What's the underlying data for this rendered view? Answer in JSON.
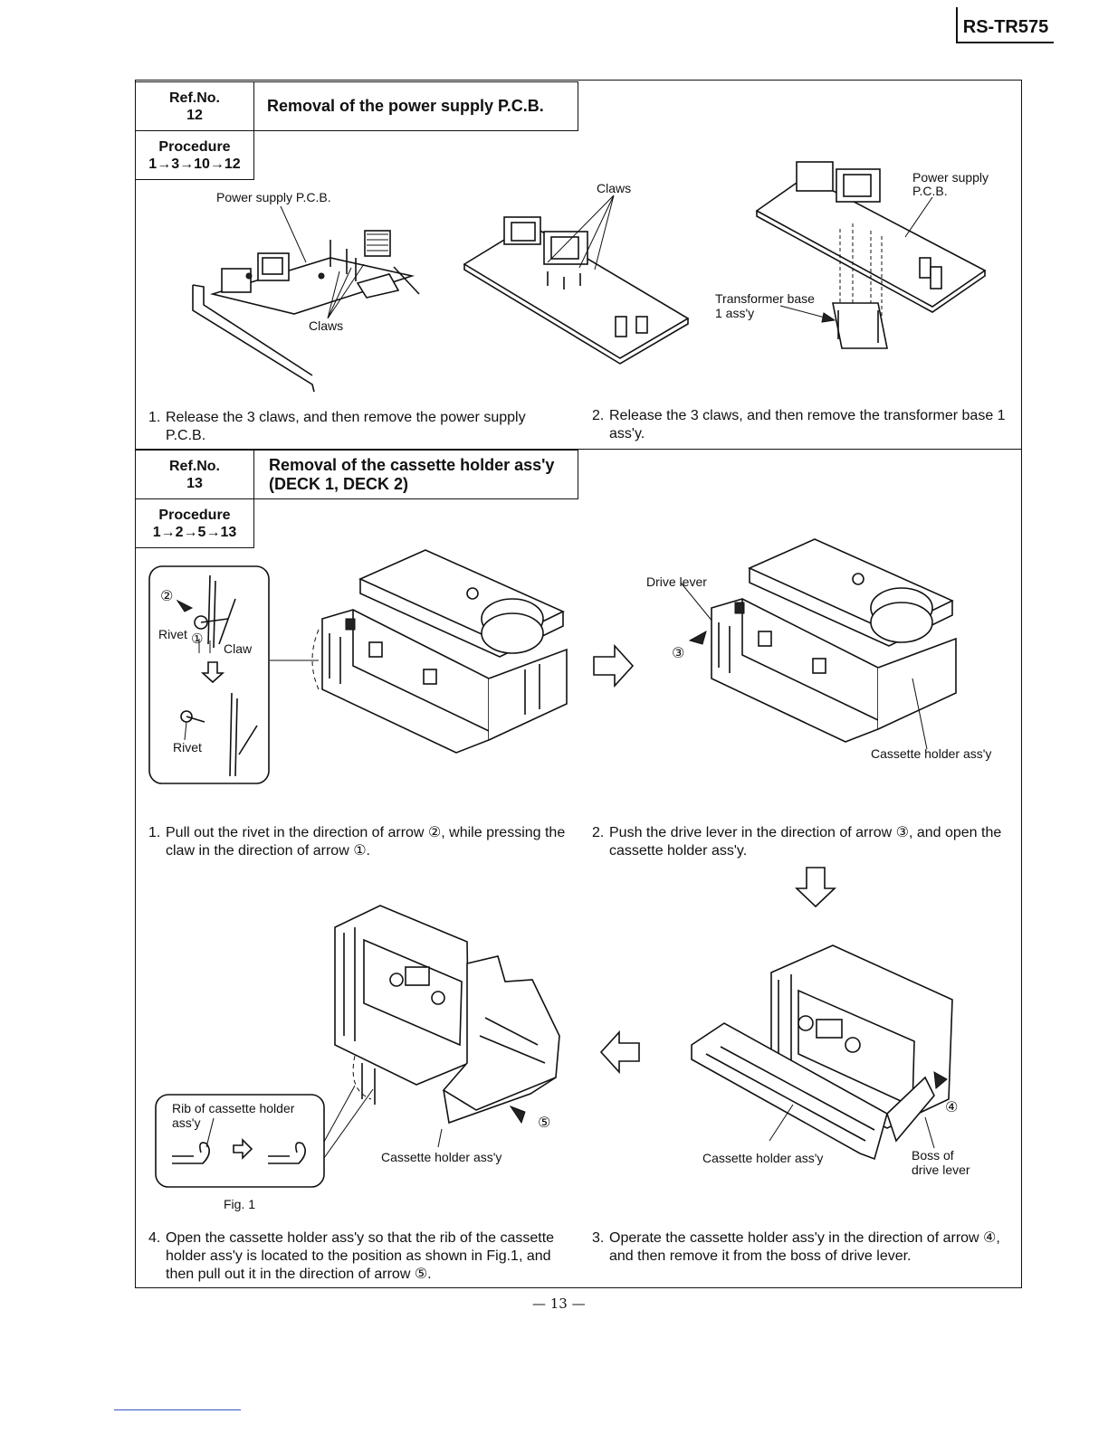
{
  "header": {
    "model": "RS-TR575"
  },
  "section12": {
    "ref_label": "Ref.No.",
    "ref_no": "12",
    "title": "Removal of the power supply P.C.B.",
    "procedure_label": "Procedure",
    "procedure": "1→3→10→12",
    "labels": {
      "pcb_left": "Power supply P.C.B.",
      "claws_left": "Claws",
      "claws_mid": "Claws",
      "pcb_right_1": "Power supply",
      "pcb_right_2": "P.C.B.",
      "transformer_1": "Transformer base",
      "transformer_2": "1 ass'y"
    },
    "steps": [
      {
        "num": "1.",
        "text": "Release the 3 claws, and then remove the power supply P.C.B."
      },
      {
        "num": "2.",
        "text": "Release the 3 claws, and then remove the transformer base 1 ass'y."
      }
    ]
  },
  "section13": {
    "ref_label": "Ref.No.",
    "ref_no": "13",
    "title_1": "Removal of the cassette holder ass'y",
    "title_2": "(DECK 1, DECK 2)",
    "procedure_label": "Procedure",
    "procedure": "1→2→5→13",
    "labels": {
      "arrow2": "②",
      "rivet1": "Rivet",
      "arrow1": "①",
      "claw": "Claw",
      "rivet2": "Rivet",
      "drive_lever": "Drive lever",
      "arrow3": "③",
      "holder_right": "Cassette holder ass'y",
      "rib_1": "Rib of cassette holder",
      "rib_2": "ass'y",
      "arrow5": "⑤",
      "holder_bl": "Cassette holder ass'y",
      "fig": "Fig. 1",
      "holder_br": "Cassette holder ass'y",
      "arrow4": "④",
      "boss_1": "Boss of",
      "boss_2": "drive lever"
    },
    "steps": [
      {
        "num": "1.",
        "text": "Pull out the rivet in the direction of arrow ②, while pressing the claw in the direction of arrow ①."
      },
      {
        "num": "2.",
        "text": "Push the drive lever in the direction of arrow ③, and open the cassette holder ass'y."
      },
      {
        "num": "3.",
        "text": "Operate the cassette holder ass'y in the direction of arrow ④, and then remove it from the boss of drive lever."
      },
      {
        "num": "4.",
        "text": "Open the cassette holder ass'y so that the rib of the cassette holder ass'y is located to the position as shown in Fig.1, and then pull out it in the direction of arrow ⑤."
      }
    ]
  },
  "footer": {
    "page": "— 13 —"
  }
}
